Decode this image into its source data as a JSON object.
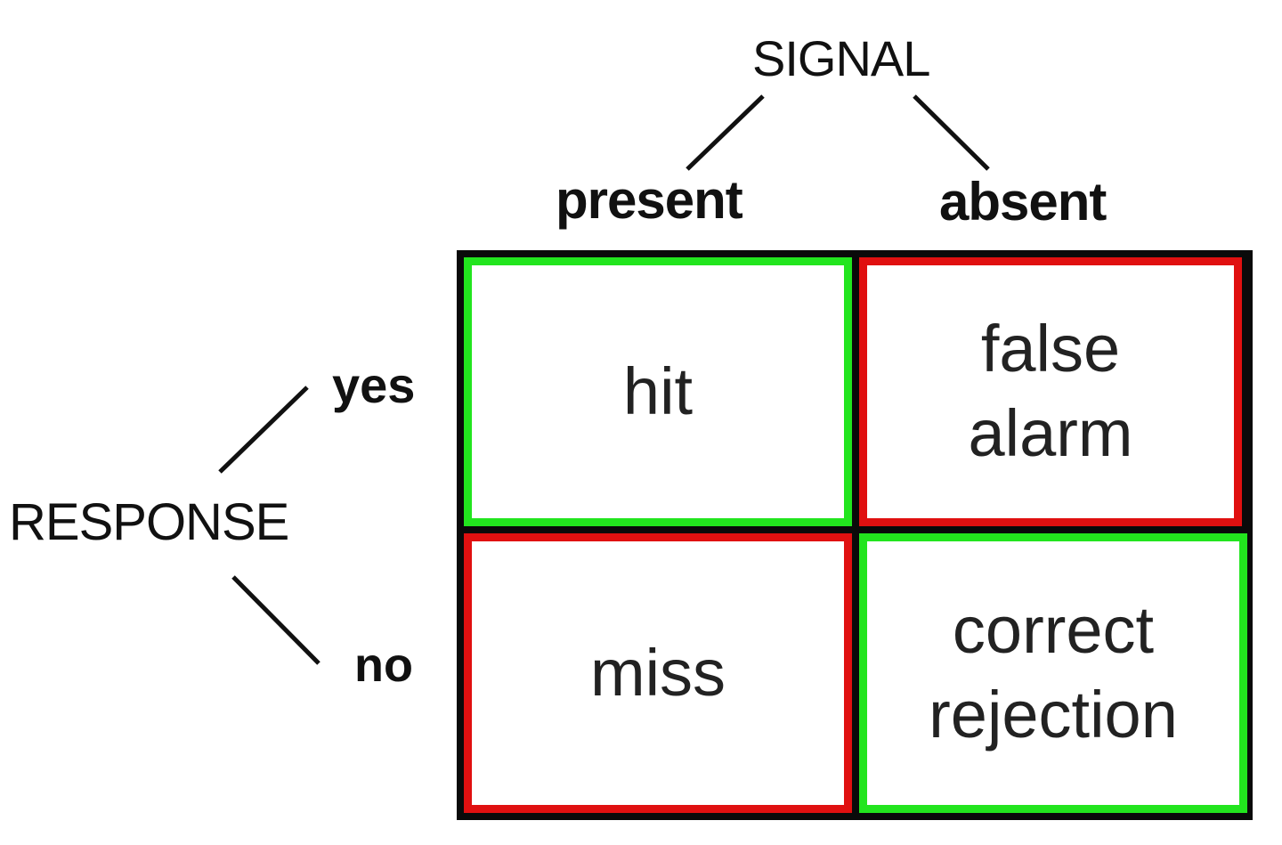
{
  "signal": {
    "title": "SIGNAL",
    "present": "present",
    "absent": "absent"
  },
  "response": {
    "title": "RESPONSE",
    "yes": "yes",
    "no": "no"
  },
  "matrix": {
    "hit": "hit",
    "false_alarm": "false\nalarm",
    "miss": "miss",
    "correct_rejection": "correct\nrejection"
  },
  "colors": {
    "correct": "#22e51e",
    "error": "#e01010",
    "grid": "#0a0a0a"
  }
}
